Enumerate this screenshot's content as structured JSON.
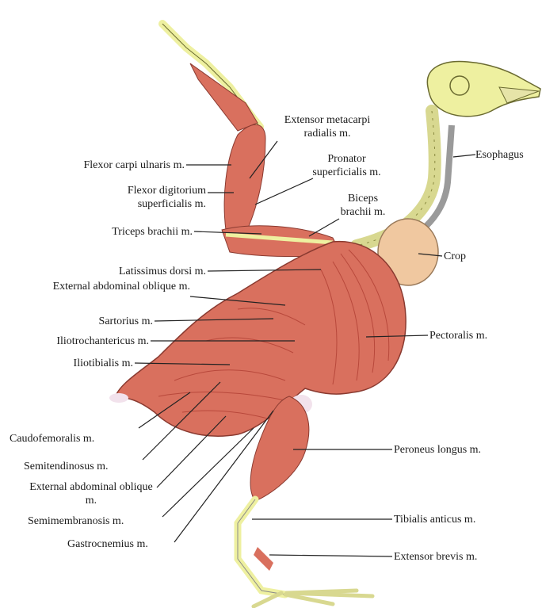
{
  "labels": {
    "extensor_metacarpi_radialis": "Extensor metacarpi radialis m.",
    "flexor_carpi_ulnaris": "Flexor carpi ulnaris m.",
    "pronator_superficialis": "Pronator superficialis m.",
    "esophagus": "Esophagus",
    "flexor_digitorium_superficialis": "Flexor digitorium superficialis m.",
    "biceps_brachii": "Biceps brachii m.",
    "triceps_brachii": "Triceps brachii m.",
    "crop": "Crop",
    "latissimus_dorsi": "Latissimus dorsi m.",
    "external_abdominal_oblique_upper": "External abdominal oblique m.",
    "sartorius": "Sartorius m.",
    "pectoralis": "Pectoralis m.",
    "iliotrochantericus": "Iliotrochantericus m.",
    "iliotibialis": "Iliotibialis m.",
    "caudofemoralis": "Caudofemoralis m.",
    "peroneus_longus": "Peroneus longus m.",
    "semitendinosus": "Semitendinosus m.",
    "external_abdominal_oblique_lower": "External abdominal oblique m.",
    "semimembranosis": "Semimembranosis m.",
    "tibialis_anticus": "Tibialis anticus m.",
    "gastrocnemius": "Gastrocnemius m.",
    "extensor_brevis": "Extensor brevis m."
  },
  "colors": {
    "muscle": "#d9705e",
    "muscle_dark": "#b8483b",
    "bone": "#eef0a0",
    "bone_outline": "#7a7a40",
    "crop": "#f0c8a0",
    "leader_line": "#222222",
    "tendon": "#f2e2ec"
  }
}
